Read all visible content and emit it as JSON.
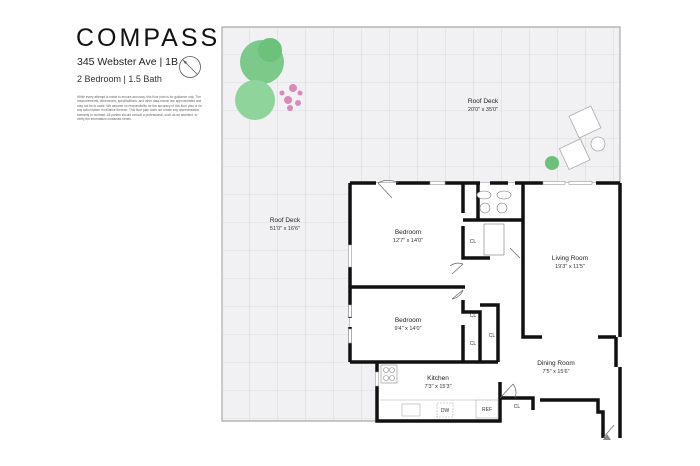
{
  "header": {
    "logo": "COMPASS",
    "address": "345 Webster Ave | 1B",
    "summary": "2 Bedroom | 1.5 Bath",
    "disclaimer": "While every attempt is made to ensure accuracy, this floor plan is for guidance only. The measurements, dimensions, specifications, and other data shown are approximated and may not be to scale. We assume no responsibility for the accuracy of this floor plan or for any action taken in reliance thereon. This floor plan does not create any representation, warranty or contract. All parties should consult a professional, such as an architect, to verify the information contained herein."
  },
  "rooms": {
    "roof_deck_top": {
      "name": "Roof Deck",
      "dims": "20'0\" x 35'0\""
    },
    "roof_deck_left": {
      "name": "Roof Deck",
      "dims": "51'0\" x 16'6\""
    },
    "bedroom1": {
      "name": "Bedroom",
      "dims": "12'7\" x 14'0\""
    },
    "bedroom2": {
      "name": "Bedroom",
      "dims": "9'4\" x 14'0\""
    },
    "living": {
      "name": "Living Room",
      "dims": "19'3\" x 11'5\""
    },
    "dining": {
      "name": "Dining Room",
      "dims": "7'5\" x 15'6\""
    },
    "kitchen": {
      "name": "Kitchen",
      "dims": "7'3\" x 15'3\""
    }
  },
  "labels": {
    "closet": "CL",
    "dishwasher": "DW",
    "refrigerator": "REF"
  },
  "colors": {
    "deck": "#f1f1f4",
    "grid": "#c9c9cf",
    "wall": "#111111",
    "plant": "#6cc27a",
    "flower": "#d98ab8"
  }
}
